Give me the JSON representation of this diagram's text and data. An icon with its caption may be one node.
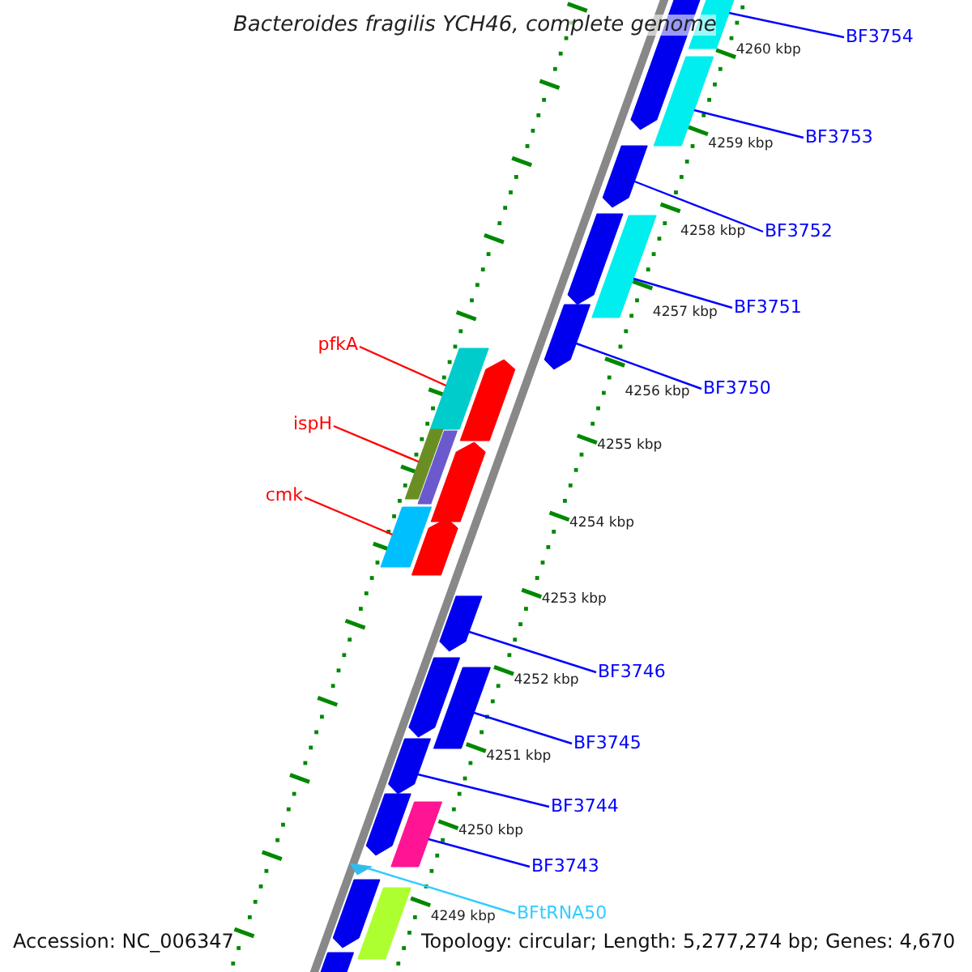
{
  "diagram": {
    "title": "Bacteroides fragilis YCH46, complete genome",
    "nodes": [
      {
        "text": [
          "BF3754"
        ]
      },
      {
        "text": [
          "BF3753"
        ]
      },
      {
        "text": [
          "BF3752"
        ]
      },
      {
        "text": [
          "BF3751"
        ]
      },
      {
        "text": [
          "BF3750"
        ]
      },
      {
        "text": [
          "pfkA"
        ]
      },
      {
        "text": [
          "ispH"
        ]
      },
      {
        "text": [
          "cmk"
        ]
      },
      {
        "text": [
          "BF3746"
        ]
      },
      {
        "text": [
          "BF3745"
        ]
      },
      {
        "text": [
          "BF3744"
        ]
      },
      {
        "text": [
          "BF3743"
        ]
      },
      {
        "text": [
          "BFtRNA50"
        ]
      },
      {
        "text": [],
        "shape": "bar"
      },
      {
        "text": [],
        "shape": "bar"
      },
      {
        "text": [],
        "shape": "bar"
      },
      {
        "text": [],
        "shape": "bar"
      },
      {
        "text": [],
        "shape": "bar"
      },
      {
        "text": [],
        "shape": "bar"
      },
      {
        "text": [],
        "shape": "bar"
      },
      {
        "text": [],
        "shape": "bar"
      },
      {
        "text": [],
        "shape": "bar"
      },
      {
        "text": [],
        "shape": "bar"
      },
      {
        "text": [],
        "shape": "bar"
      },
      {
        "text": [],
        "shape": "bar"
      },
      {
        "text": [],
        "shape": "bar"
      },
      {
        "text": [],
        "shape": "bar"
      },
      {
        "text": [],
        "shape": "bar"
      },
      {
        "text": [],
        "shape": "bar"
      },
      {
        "text": [],
        "shape": "bar"
      },
      {
        "text": [],
        "shape": "bar"
      },
      {
        "text": [],
        "shape": "bar"
      },
      {
        "text": [],
        "shape": "bar"
      },
      {
        "text": [],
        "shape": "triangle"
      },
      {
        "text": [],
        "shape": "bar"
      },
      {
        "text": [],
        "shape": "bar"
      },
      {
        "text": [],
        "shape": "bar"
      }
    ],
    "edges": [
      {
        "from": 0,
        "to": 14,
        "arrow": "none"
      },
      {
        "from": 1,
        "to": 15,
        "arrow": "none"
      },
      {
        "from": 2,
        "to": 16,
        "arrow": "none"
      },
      {
        "from": 3,
        "to": 18,
        "arrow": "none"
      },
      {
        "from": 4,
        "to": 19,
        "arrow": "none"
      },
      {
        "from": 5,
        "to": 20,
        "arrow": "none",
        "color": "#ff0000"
      },
      {
        "from": 6,
        "to": 22,
        "arrow": "none",
        "color": "#ff0000"
      },
      {
        "from": 7,
        "to": 25,
        "arrow": "none",
        "color": "#ff0000"
      },
      {
        "from": 8,
        "to": 27,
        "arrow": "none"
      },
      {
        "from": 9,
        "to": 29,
        "arrow": "none"
      },
      {
        "from": 10,
        "to": 30,
        "arrow": "none"
      },
      {
        "from": 11,
        "to": 32,
        "arrow": "none"
      },
      {
        "from": 12,
        "to": 33,
        "arrow": "none",
        "color": "#33ccff"
      }
    ],
    "labels": [
      "4260 kbp",
      "4259 kbp",
      "4258 kbp",
      "4257 kbp",
      "4256 kbp",
      "4255 kbp",
      "4254 kbp",
      "4253 kbp",
      "4252 kbp",
      "4251 kbp",
      "4250 kbp",
      "4249 kbp",
      "Accession: NC_006347",
      "Topology: circular; Length: 5,277,274 bp; Genes: 4,670"
    ]
  }
}
